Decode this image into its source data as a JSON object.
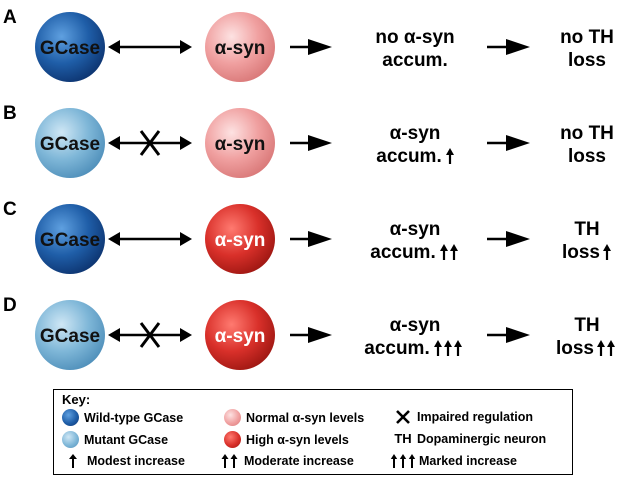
{
  "colors": {
    "wildtype_gcase": "#1f5ea8",
    "mutant_gcase": "#7fb7d8",
    "normal_asyn": "#f0a0a0",
    "high_asyn": "#d9302a"
  },
  "labels": {
    "gcase": "GCase",
    "asyn": "α-syn"
  },
  "rows": [
    {
      "letter": "A",
      "gcase_type": "wildtype",
      "regulation": "intact",
      "asyn_level": "normal",
      "accum_line1": "no α-syn",
      "accum_line2": "accum.",
      "accum_arrows": 0,
      "th_line1": "no TH",
      "th_line2": "loss",
      "th_arrows": 0
    },
    {
      "letter": "B",
      "gcase_type": "mutant",
      "regulation": "impaired",
      "asyn_level": "normal",
      "accum_line1": "α-syn",
      "accum_line2": "accum.",
      "accum_arrows": 1,
      "th_line1": "no TH",
      "th_line2": "loss",
      "th_arrows": 0
    },
    {
      "letter": "C",
      "gcase_type": "wildtype",
      "regulation": "intact",
      "asyn_level": "high",
      "accum_line1": "α-syn",
      "accum_line2": "accum.",
      "accum_arrows": 2,
      "th_line1": "TH",
      "th_line2": "loss",
      "th_arrows": 1
    },
    {
      "letter": "D",
      "gcase_type": "mutant",
      "regulation": "impaired",
      "asyn_level": "high",
      "accum_line1": "α-syn",
      "accum_line2": "accum.",
      "accum_arrows": 3,
      "th_line1": "TH",
      "th_line2": "loss",
      "th_arrows": 2
    }
  ],
  "key": {
    "title": "Key:",
    "wildtype_gcase": "Wild-type GCase",
    "mutant_gcase": "Mutant GCase",
    "normal_asyn": "Normal α-syn levels",
    "high_asyn": "High α-syn levels",
    "impaired_regulation": "Impaired regulation",
    "th_symbol": "TH",
    "dopaminergic_neuron": "Dopaminergic neuron",
    "modest_increase": "Modest increase",
    "moderate_increase": "Moderate increase",
    "marked_increase": "Marked increase"
  }
}
